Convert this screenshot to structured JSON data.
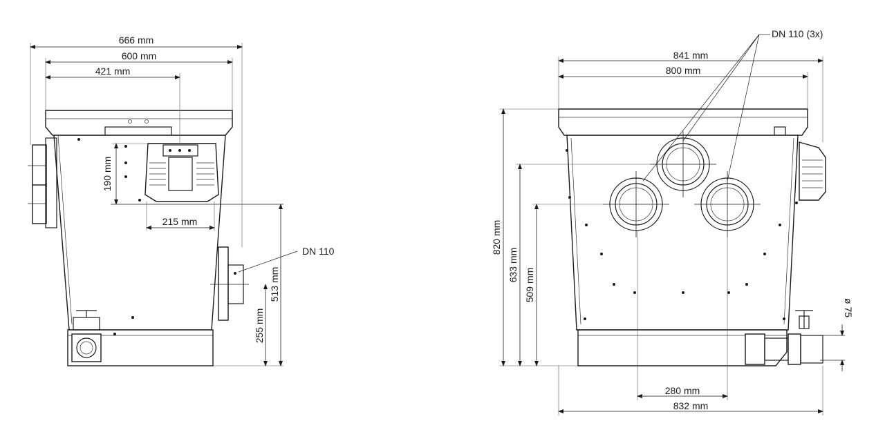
{
  "left_view": {
    "overall_width": "666 mm",
    "lid_width": "600 mm",
    "module_offset": "421 mm",
    "module_height": "190 mm",
    "module_width": "215 mm",
    "inlet_label": "DN 110",
    "inlet_center_height": "513 mm",
    "outlet_height": "255 mm"
  },
  "right_view": {
    "overall_width": "841 mm",
    "lid_width": "800 mm",
    "inlet_label": "DN 110 (3x)",
    "total_height": "820 mm",
    "upper_inlet_height": "633 mm",
    "lower_inlet_height": "509 mm",
    "inlet_spacing": "280 mm",
    "base_width": "832 mm",
    "outlet_diameter": "ø 75"
  },
  "colors": {
    "line": "#1a1a1a",
    "background": "#ffffff"
  }
}
